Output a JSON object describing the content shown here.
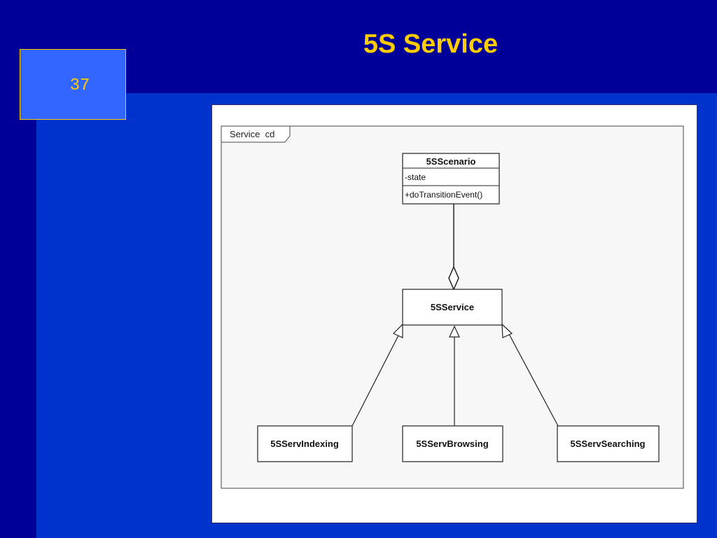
{
  "slide": {
    "title": "5S Service",
    "number": "37"
  },
  "diagram": {
    "frame_label": "Service  cd",
    "classes": {
      "scenario": {
        "name": "5SScenario",
        "attribute": "-state",
        "operation": "+doTransitionEvent()"
      },
      "service": {
        "name": "5SService"
      },
      "indexing": {
        "name": "5SServIndexing"
      },
      "browsing": {
        "name": "5SServBrowsing"
      },
      "searching": {
        "name": "5SServSearching"
      }
    },
    "relationships": [
      {
        "type": "aggregation",
        "whole": "5SService",
        "part": "5SScenario"
      },
      {
        "type": "generalization",
        "child": "5SServIndexing",
        "parent": "5SService"
      },
      {
        "type": "generalization",
        "child": "5SServBrowsing",
        "parent": "5SService"
      },
      {
        "type": "generalization",
        "child": "5SServSearching",
        "parent": "5SService"
      }
    ]
  },
  "colors": {
    "background": "#0033cc",
    "band": "#000099",
    "title": "#ffcc00",
    "number_box": "#3366ff"
  }
}
